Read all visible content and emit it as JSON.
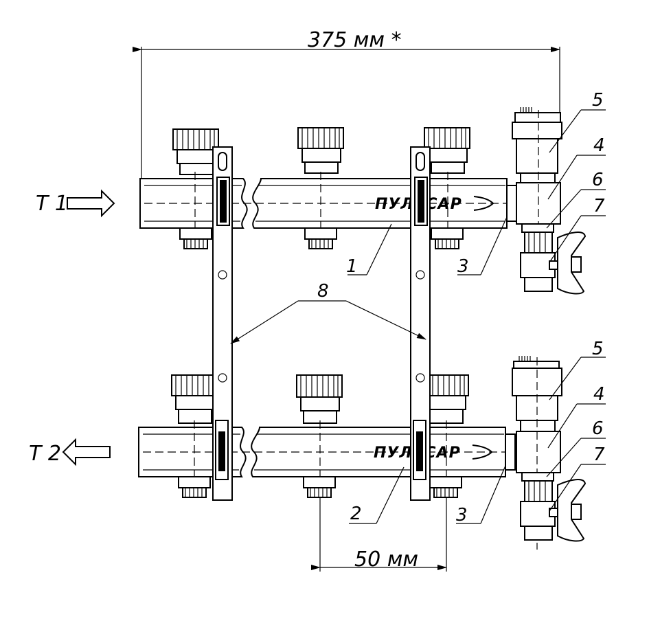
{
  "dimensions": {
    "overall": "375 мм *",
    "pitch": "50 мм"
  },
  "ports": {
    "inlet": "Т 1",
    "outlet": "Т 2"
  },
  "brand": "ПУЛЬСАР",
  "callouts": {
    "c1": "1",
    "c2": "2",
    "c3_top": "3",
    "c3_bottom": "3",
    "c4_top": "4",
    "c4_bottom": "4",
    "c5_top": "5",
    "c5_bottom": "5",
    "c6_top": "6",
    "c6_bottom": "6",
    "c7_top": "7",
    "c7_bottom": "7",
    "c8": "8"
  }
}
